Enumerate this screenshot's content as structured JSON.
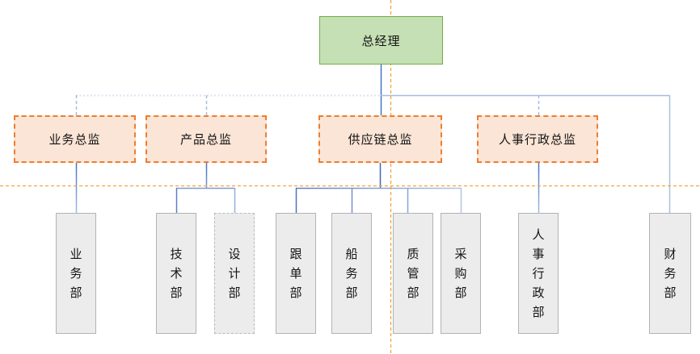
{
  "diagram": {
    "title": "company-org-chart",
    "root": {
      "label": "总经理"
    },
    "directors": [
      {
        "label": "业务总监"
      },
      {
        "label": "产品总监"
      },
      {
        "label": "供应链总监"
      },
      {
        "label": "人事行政总监"
      }
    ],
    "departments": [
      {
        "label": "业务部"
      },
      {
        "label": "技术部"
      },
      {
        "label": "设计部"
      },
      {
        "label": "跟单部"
      },
      {
        "label": "船务部"
      },
      {
        "label": "质管部"
      },
      {
        "label": "采购部"
      },
      {
        "label": "人事行政部"
      },
      {
        "label": "财务部"
      }
    ]
  },
  "colors": {
    "root_fill": "#c5e0b4",
    "root_border": "#70ad47",
    "director_fill": "#fbe5d6",
    "director_border": "#ed7d31",
    "dept_fill": "#ececec",
    "dept_border": "#b3b3b3",
    "connector_dark": "#4472c4",
    "connector_light": "#a6bddf",
    "rail_dotted": "#dbe2f1",
    "finance_line": "#a9c0de",
    "product_rail": "#7e9bd2",
    "tech_drop": "#5b7fc7",
    "design_drop": "#93afda",
    "supply_stem": "#3f67b5",
    "supply_drop_1": "#4c72bd",
    "supply_drop_2": "#7292cf",
    "supply_drop_3": "#8aa5d7",
    "supply_drop_4": "#b0c4e5",
    "grad_light": "#a3bbde",
    "grad_mid": "#5b7fc7",
    "grad_pale": "#b2c6e6",
    "guide_orange": "#f3a43b"
  }
}
